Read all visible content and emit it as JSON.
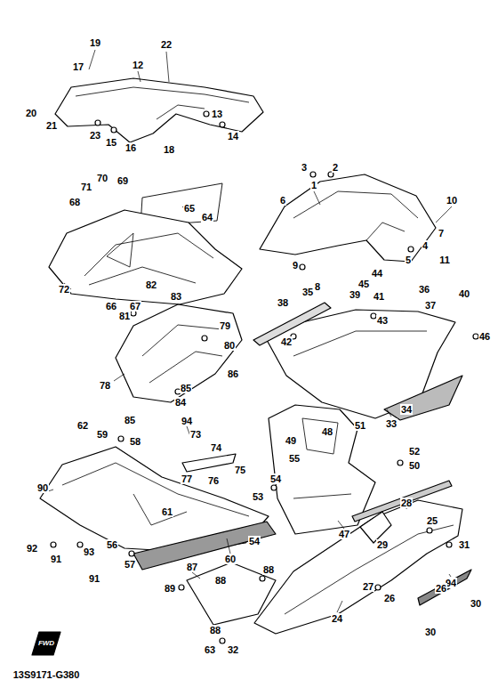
{
  "diagram": {
    "labels": [
      "19",
      "22",
      "17",
      "12",
      "20",
      "21",
      "23",
      "15",
      "16",
      "13",
      "14",
      "18",
      "3",
      "2",
      "1",
      "6",
      "10",
      "7",
      "4",
      "71",
      "70",
      "69",
      "65",
      "64",
      "68",
      "5",
      "11",
      "9",
      "8",
      "72",
      "66",
      "67",
      "82",
      "83",
      "44",
      "45",
      "41",
      "36",
      "38",
      "35",
      "39",
      "40",
      "37",
      "81",
      "79",
      "43",
      "80",
      "42",
      "46",
      "78",
      "86",
      "85",
      "84",
      "85",
      "34",
      "33",
      "51",
      "48",
      "49",
      "55",
      "52",
      "50",
      "62",
      "59",
      "58",
      "94",
      "73",
      "74",
      "77",
      "76",
      "75",
      "54",
      "53",
      "61",
      "54",
      "47",
      "28",
      "29",
      "25",
      "31",
      "90",
      "60",
      "56",
      "57",
      "92",
      "91",
      "93",
      "91",
      "87",
      "88",
      "88",
      "89",
      "88",
      "94",
      "27",
      "26",
      "26",
      "30",
      "24",
      "30",
      "32",
      "63",
      "13S9171-G380",
      "FWD"
    ]
  }
}
